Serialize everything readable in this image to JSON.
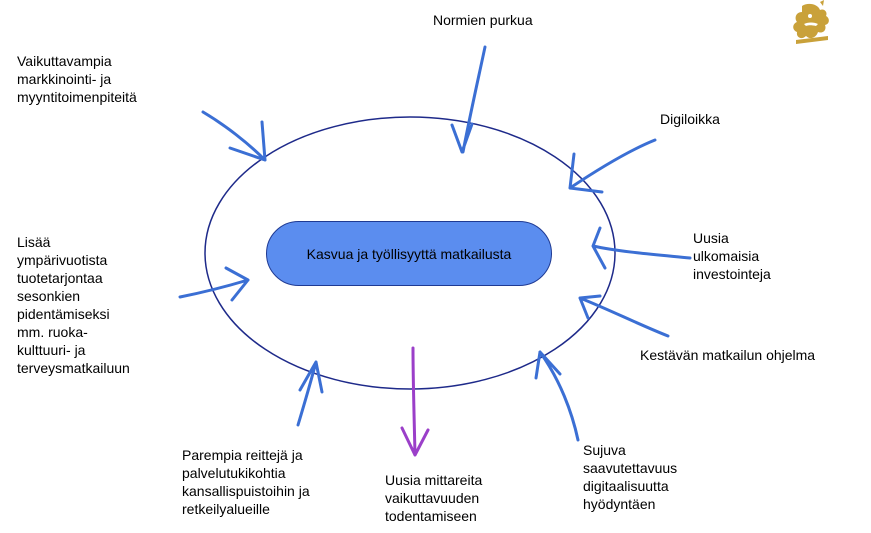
{
  "center": {
    "text": "Kasvua ja työllisyyttä matkailusta"
  },
  "labels": {
    "normien": "Normien purkua",
    "vaikuttavampia": "Vaikuttavampia\nmarkkinointi- ja\nmyyntitoimenpiteitä",
    "digiloikka": "Digiloikka",
    "uusia_ulkomaisia": "Uusia\nulkomaisia\ninvestointeja",
    "lisaa": "Lisää\nympärivuotista\ntuotetarjontaa\nsesonkien\npidentämiseksi\nmm. ruoka-\nkulttuuri- ja\nterveysmatkailuun",
    "kestavan": "Kestävän matkailun ohjelma",
    "parempia": "Parempia reittejä ja\npalvelutukikohtia\nkansallispuistoihin ja\nretkeilyalueille",
    "uusia_mittareita": "Uusia mittareita\nvaikuttavuuden\ntodentamiseen",
    "sujuva": "Sujuva\nsaavutettavuus\ndigitaalisuutta\nhyödyntäen"
  },
  "colors": {
    "arrow_blue": "#3b6fd4",
    "arrow_purple": "#9b3fc9",
    "box_fill": "#5b8def",
    "ellipse": "#1e2a8a",
    "logo": "#c9a13a"
  },
  "icons": {
    "logo": "heraldic-lion-icon"
  }
}
